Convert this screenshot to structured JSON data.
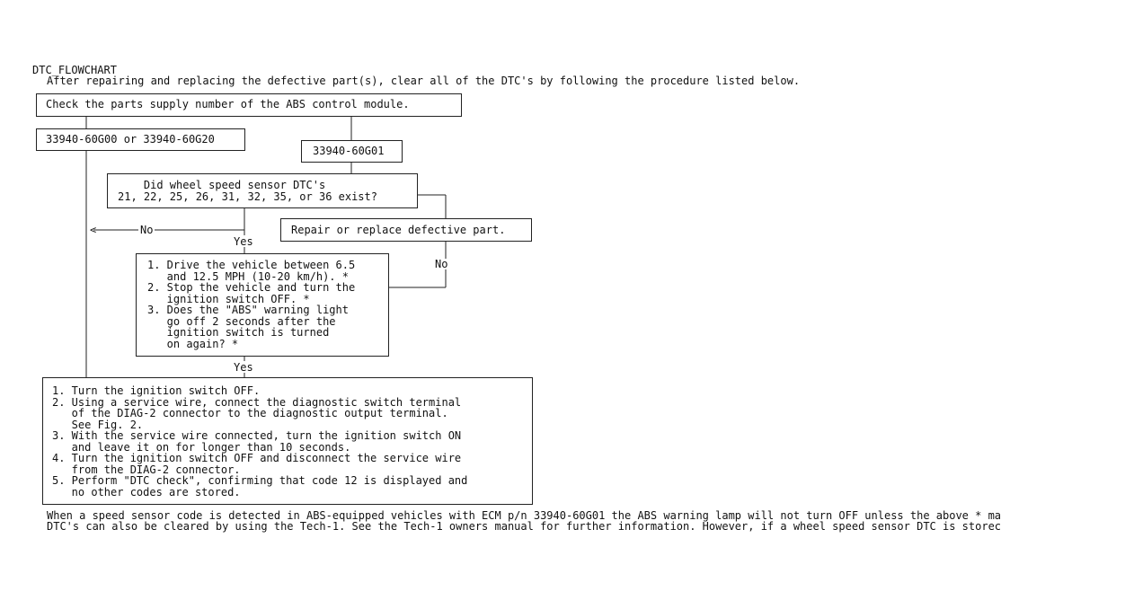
{
  "header": {
    "section_code": "DTC_FLOWCHART",
    "intro": "After repairing and replacing the defective part(s), clear all of the DTC's by following the procedure listed below."
  },
  "flowchart": {
    "check_module": "Check the parts supply number of the ABS control module.",
    "part_a": "33940-60G00 or 33940-60G20",
    "part_b": "33940-60G01",
    "question_sensor": "    Did wheel speed sensor DTC's\n21, 22, 25, 26, 31, 32, 35, or 36 exist?",
    "repair": "Repair or replace defective part.",
    "no_left": "No",
    "no_right": "No",
    "yes_1": "Yes",
    "yes_2": "Yes",
    "drive_steps": "1. Drive the vehicle between 6.5\n   and 12.5 MPH (10-20 km/h). *\n2. Stop the vehicle and turn the\n   ignition switch OFF. *\n3. Does the \"ABS\" warning light\n   go off 2 seconds after the\n   ignition switch is turned\n   on again? *",
    "clear_steps": "1. Turn the ignition switch OFF.\n2. Using a service wire, connect the diagnostic switch terminal\n   of the DIAG-2 connector to the diagnostic output terminal.\n   See Fig. 2.\n3. With the service wire connected, turn the ignition switch ON\n   and leave it on for longer than 10 seconds.\n4. Turn the ignition switch OFF and disconnect the service wire\n   from the DIAG-2 connector.\n5. Perform \"DTC check\", confirming that code 12 is displayed and\n   no other codes are stored."
  },
  "footnotes": {
    "line1": "When a speed sensor code is detected in ABS-equipped vehicles with ECM p/n 33940-60G01 the ABS warning lamp will not turn OFF unless the above * ma",
    "line2": "DTC's can also be cleared by using the Tech-1. See the Tech-1 owners manual for further information. However, if a wheel speed sensor DTC is storec"
  }
}
